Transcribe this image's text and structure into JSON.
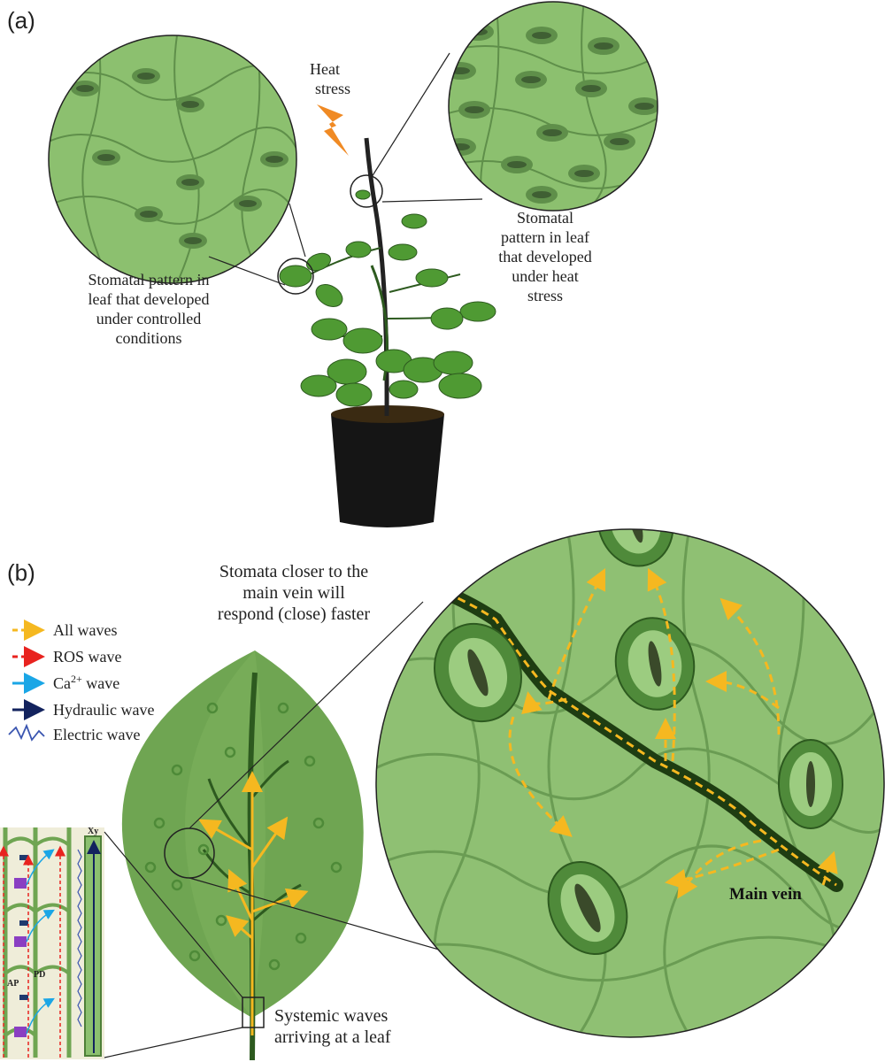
{
  "panel_a": {
    "label": "(a)",
    "heat_line1": "Heat",
    "heat_line2": "stress",
    "left_caption": [
      "Stomatal pattern in",
      "leaf that developed",
      "under controlled",
      "conditions"
    ],
    "right_caption": [
      "Stomatal",
      "pattern in leaf",
      "that developed",
      "under heat",
      "stress"
    ]
  },
  "panel_b": {
    "label": "(b)",
    "title": [
      "Stomata closer to the",
      "main vein will",
      "respond (close) faster"
    ],
    "legend": {
      "all": "All waves",
      "ros": "ROS wave",
      "ca_base": "Ca",
      "ca_sup": "2+",
      "ca_rest": " wave",
      "hydraulic": "Hydraulic wave",
      "electric": "Electric wave"
    },
    "main_vein": "Main vein",
    "systemic": [
      "Systemic waves",
      "arriving at a leaf"
    ],
    "tissue": {
      "xy": "Xy",
      "ap": "AP",
      "pd": "PD"
    }
  },
  "colors": {
    "all_waves": "#f5b820",
    "ros": "#e8231f",
    "ca": "#1aa6e6",
    "hydraulic": "#13235e",
    "electric": "#3a55b0",
    "leaf_green": "#6fa552",
    "zoom_bg": "#8fc073",
    "heat_bolt": "#f08a24"
  }
}
